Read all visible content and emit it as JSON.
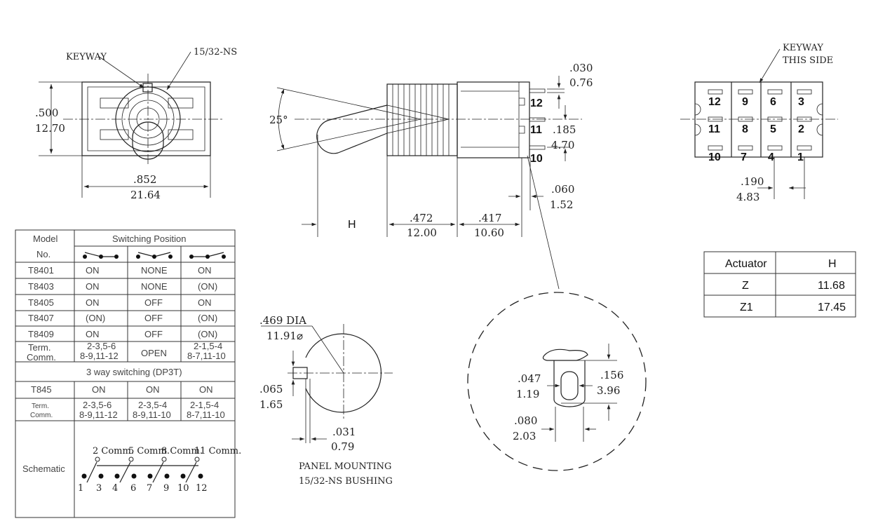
{
  "front_view": {
    "keyway": "KEYWAY",
    "thread": "15/32-NS",
    "height_in": ".500",
    "height_mm": "12.70",
    "width_in": ".852",
    "width_mm": "21.64"
  },
  "side_view": {
    "angle": "25°",
    "h_label": "H",
    "bushing_in": ".472",
    "bushing_mm": "12.00",
    "body_in": ".417",
    "body_mm": "10.60",
    "term_t_in": ".030",
    "term_t_mm": "0.76",
    "pitch_in": ".185",
    "pitch_mm": "4.70",
    "term_len_in": ".060",
    "term_len_mm": "1.52",
    "terminals": [
      "12",
      "11",
      "10"
    ]
  },
  "terminal_view": {
    "keyway": "KEYWAY",
    "this_side": "THIS SIDE",
    "row1": [
      "12",
      "9",
      "6",
      "3"
    ],
    "row2": [
      "11",
      "8",
      "5",
      "2"
    ],
    "row3": [
      "10",
      "7",
      "4",
      "1"
    ],
    "spacing_in": ".190",
    "spacing_mm": "4.83"
  },
  "panel": {
    "dia_in": ".469 DIA",
    "dia_mm": "11.91⌀",
    "flat_in": ".065",
    "flat_mm": "1.65",
    "key_in": ".031",
    "key_mm": "0.79",
    "caption1": "PANEL MOUNTING",
    "caption2": "15/32-NS  BUSHING"
  },
  "detail": {
    "w_in": ".047",
    "w_mm": "1.19",
    "h_in": ".156",
    "h_mm": "3.96",
    "b_in": ".080",
    "b_mm": "2.03"
  },
  "actuator_table": {
    "headers": [
      "Actuator",
      "H"
    ],
    "rows": [
      [
        "Z",
        "11.68"
      ],
      [
        "Z1",
        "17.45"
      ]
    ]
  },
  "switch_table": {
    "model": "Model",
    "no": "No.",
    "switching_position": "Switching Position",
    "rows": [
      [
        "T8401",
        "ON",
        "NONE",
        "ON"
      ],
      [
        "T8403",
        "ON",
        "NONE",
        "(ON)"
      ],
      [
        "T8405",
        "ON",
        "OFF",
        "ON"
      ],
      [
        "T8407",
        "(ON)",
        "OFF",
        "(ON)"
      ],
      [
        "T8409",
        "ON",
        "OFF",
        "(ON)"
      ]
    ],
    "term_comm": {
      "label1": "Term.",
      "label2": "Comm.",
      "c1a": "2-3,5-6",
      "c1b": "8-9,11-12",
      "c2": "OPEN",
      "c3a": "2-1,5-4",
      "c3b": "8-7,11-10"
    },
    "three_way": "3 way switching (DP3T)",
    "t845": [
      "T845",
      "ON",
      "ON",
      "ON"
    ],
    "term_comm2": {
      "label1": "Term.",
      "label2": "Comm.",
      "c1a": "2-3,5-6",
      "c1b": "8-9,11-12",
      "c2a": "2-3,5-4",
      "c2b": "8-9,11-10",
      "c3a": "2-1,5-4",
      "c3b": "8-7,11-10"
    },
    "schematic": "Schematic",
    "comm_labels": [
      "2 Comm.",
      "5 Comm.",
      "8 Comm.",
      "11 Comm."
    ],
    "pins": [
      "1",
      "3",
      "4",
      "6",
      "7",
      "9",
      "10",
      "12"
    ]
  }
}
